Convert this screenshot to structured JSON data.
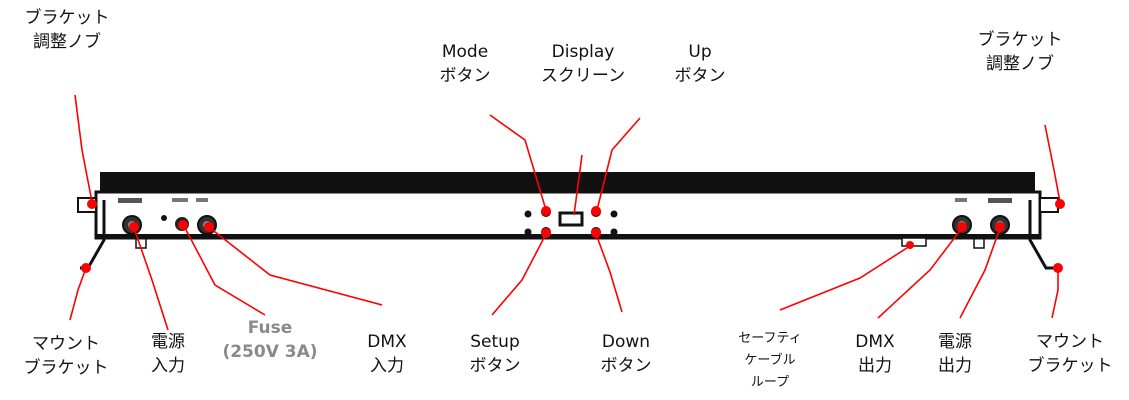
{
  "labels": {
    "bracket_knob_left": {
      "line1": "ブラケット",
      "line2": "調整ノブ"
    },
    "bracket_knob_right": {
      "line1": "ブラケット",
      "line2": "調整ノブ"
    },
    "mode_button": {
      "line1": "Mode",
      "line2": "ボタン"
    },
    "display_screen": {
      "line1": "Display",
      "line2": "スクリーン"
    },
    "up_button": {
      "line1": "Up",
      "line2": "ボタン"
    },
    "mount_bracket_left": {
      "line1": "マウント",
      "line2": "ブラケット"
    },
    "power_in": {
      "line1": "電源",
      "line2": "入力"
    },
    "fuse": {
      "line1": "Fuse",
      "line2": "(250V 3A)"
    },
    "dmx_in": {
      "line1": "DMX",
      "line2": "入力"
    },
    "setup_button": {
      "line1": "Setup",
      "line2": "ボタン"
    },
    "down_button": {
      "line1": "Down",
      "line2": "ボタン"
    },
    "safety_loop": {
      "line1": "セーフティ",
      "line2": "ケーブル",
      "line3": "ループ"
    },
    "dmx_out": {
      "line1": "DMX",
      "line2": "出力"
    },
    "power_out": {
      "line1": "電源",
      "line2": "出力"
    },
    "mount_bracket_right": {
      "line1": "マウント",
      "line2": "ブラケット"
    }
  },
  "colors": {
    "body": "#111111",
    "callout": "#ff0000",
    "fuse_text": "#8a8a8a"
  }
}
